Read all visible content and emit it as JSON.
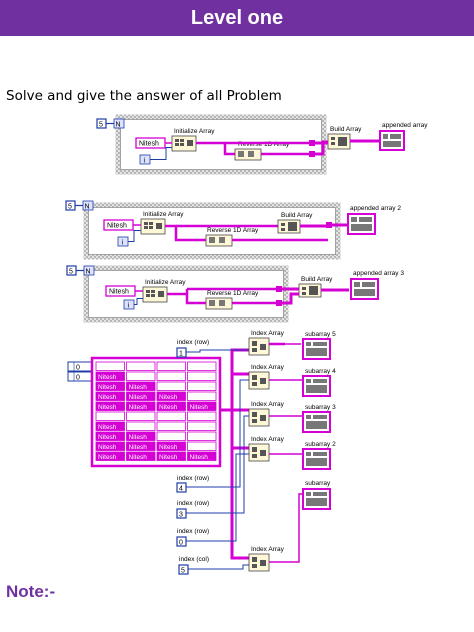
{
  "header": {
    "title": "Level one"
  },
  "instruction": "Solve and give the answer of all Problem",
  "note": "Note:-",
  "common": {
    "n_label": "N",
    "i_label": "i",
    "string_value": "Nitesh",
    "initialize_array": "Initialize Array",
    "reverse_1d_array": "Reverse 1D Array",
    "build_array": "Build Array",
    "index_array": "Index Array"
  },
  "problem1": {
    "n_value": "5",
    "output_label": "appended array"
  },
  "problem2": {
    "n_value": "5",
    "output_label": "appended array 2"
  },
  "problem3": {
    "n_value": "5",
    "output_label": "appended array 3"
  },
  "problem4": {
    "index_row_label": "index (row)",
    "index_col_label": "index (col)",
    "index_values": [
      "1",
      "4",
      "3",
      "0",
      "5"
    ],
    "array_index": [
      "0",
      "0"
    ],
    "subarray_labels": [
      "subarray 5",
      "subarray 4",
      "subarray 3",
      "subarray 2",
      "subarray"
    ],
    "table": [
      [
        "",
        "",
        "",
        ""
      ],
      [
        "Nitesh",
        "",
        "",
        ""
      ],
      [
        "Nitesh",
        "Nitesh",
        "",
        ""
      ],
      [
        "Nitesh",
        "Nitesh",
        "Nitesh",
        ""
      ],
      [
        "Nitesh",
        "Nitesh",
        "Nitesh",
        "Nitesh"
      ],
      [
        "",
        "",
        "",
        ""
      ],
      [
        "Nitesh",
        "",
        "",
        ""
      ],
      [
        "Nitesh",
        "Nitesh",
        "",
        ""
      ],
      [
        "Nitesh",
        "Nitesh",
        "Nitesh",
        ""
      ],
      [
        "Nitesh",
        "Nitesh",
        "Nitesh",
        "Nitesh"
      ]
    ]
  }
}
